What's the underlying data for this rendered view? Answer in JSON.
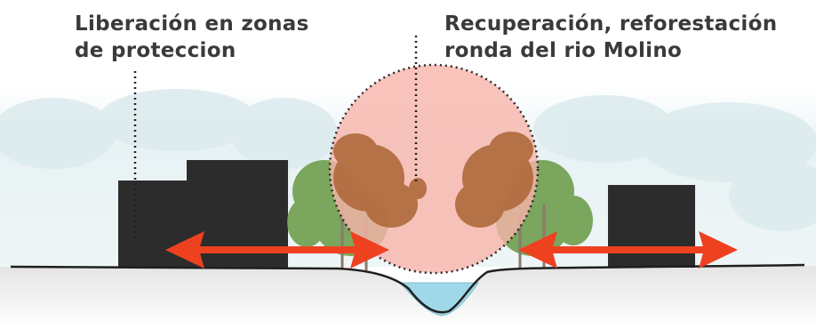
{
  "annotations": {
    "left": {
      "line1": "Liberación en zonas",
      "line2": "de proteccion"
    },
    "right": {
      "line1": "Recuperación, reforestación",
      "line2": "ronda del rio Molino"
    }
  },
  "colors": {
    "building": "#2c2c2c",
    "arrow": "#ee4120",
    "circle_fill": "#f7b4aa",
    "tree_green": "#6f9e4d",
    "tree_brown": "#b06a3b",
    "water": "#9fd8e8",
    "ground_line": "#1f1f1f"
  }
}
